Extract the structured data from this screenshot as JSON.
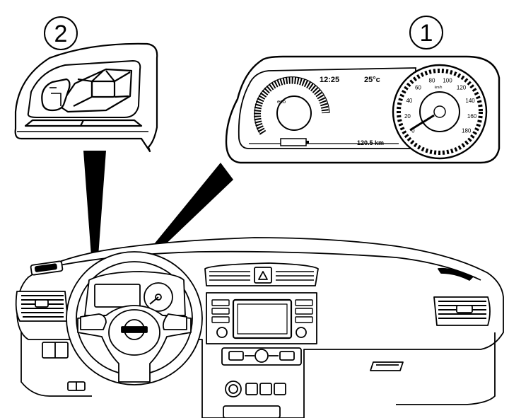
{
  "callouts": {
    "steering_switch": "2",
    "meter_display": "1"
  },
  "display": {
    "time": "12:25",
    "temperature": "25°c",
    "eco_label": "eco",
    "range": "120.5 km"
  },
  "speedometer": {
    "unit": "km/h",
    "ticks": [
      "0",
      "20",
      "40",
      "60",
      "80",
      "100",
      "120",
      "140",
      "160",
      "180"
    ]
  }
}
